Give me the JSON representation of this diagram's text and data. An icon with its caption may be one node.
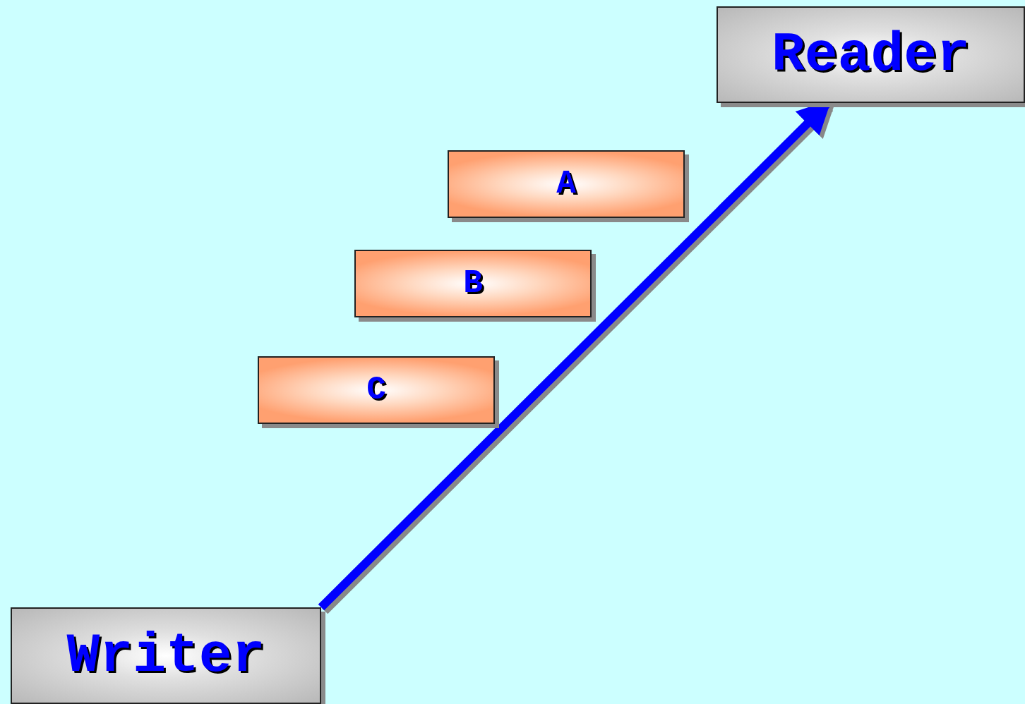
{
  "diagram": {
    "nodes": [
      {
        "text": [
          "Reader"
        ]
      },
      {
        "text": [
          "A"
        ]
      },
      {
        "text": [
          "B"
        ]
      },
      {
        "text": [
          "C"
        ]
      },
      {
        "text": [
          "Writer"
        ]
      }
    ],
    "edges": [
      {
        "from": 4,
        "to": 0,
        "arrow": "to"
      }
    ]
  }
}
